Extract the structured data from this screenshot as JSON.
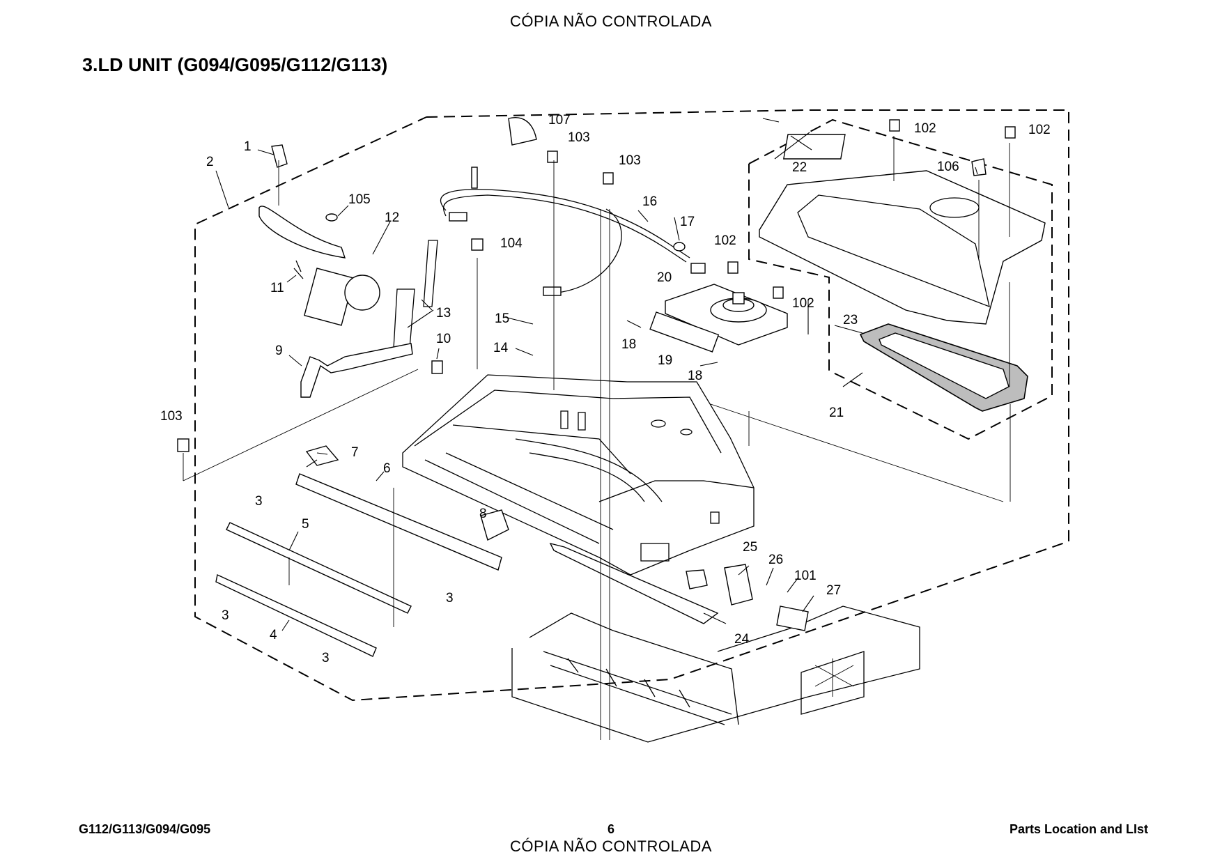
{
  "watermark_top": "CÓPIA NÃO CONTROLADA",
  "watermark_bottom": "CÓPIA NÃO CONTROLADA",
  "title": "3.LD UNIT (G094/G095/G112/G113)",
  "footer": {
    "models": "G112/G113/G094/G095",
    "page_number": "6",
    "section": "Parts Location and LIst"
  },
  "callouts": {
    "c1": "1",
    "c2": "2",
    "c3a": "3",
    "c3b": "3",
    "c3c": "3",
    "c3d": "3",
    "c4": "4",
    "c5": "5",
    "c6": "6",
    "c7": "7",
    "c8": "8",
    "c9": "9",
    "c10": "10",
    "c11": "11",
    "c12": "12",
    "c13": "13",
    "c14": "14",
    "c15": "15",
    "c16": "16",
    "c17": "17",
    "c18a": "18",
    "c18b": "18",
    "c19": "19",
    "c20": "20",
    "c21": "21",
    "c22": "22",
    "c23": "23",
    "c24": "24",
    "c25": "25",
    "c26": "26",
    "c27": "27",
    "c101": "101",
    "c102a": "102",
    "c102b": "102",
    "c102c": "102",
    "c102d": "102",
    "c103a": "103",
    "c103b": "103",
    "c103c": "103",
    "c104": "104",
    "c105": "105",
    "c106": "106",
    "c107": "107"
  }
}
